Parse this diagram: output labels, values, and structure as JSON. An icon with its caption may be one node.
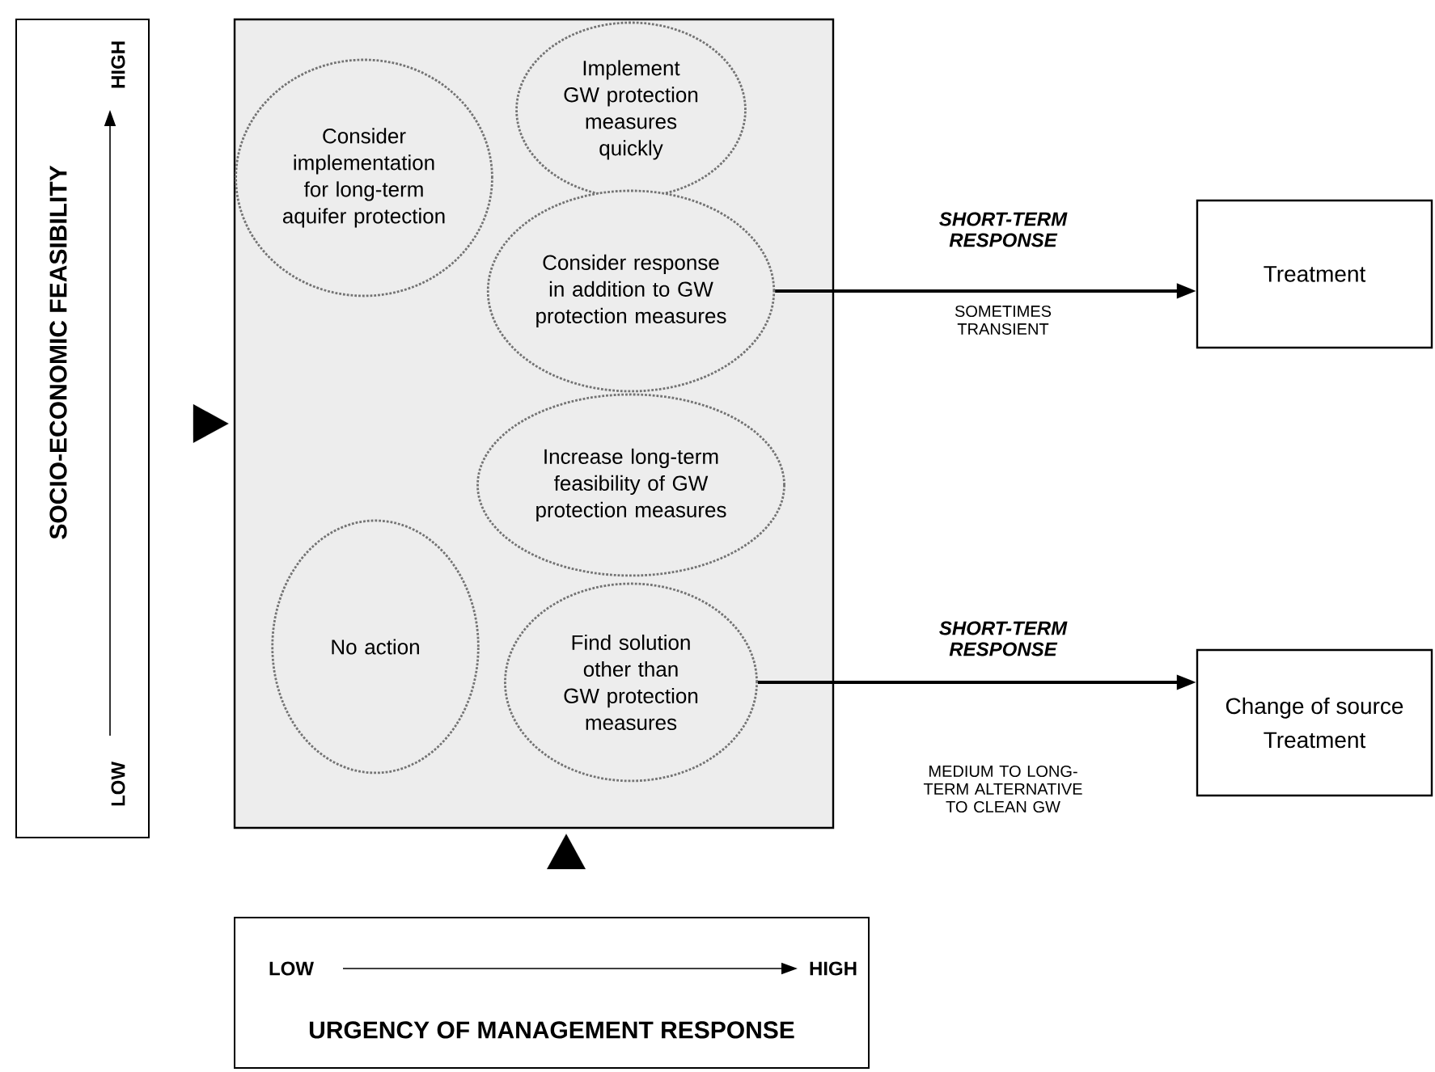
{
  "diagram": {
    "nodes": [
      {
        "text": [
          "HIGH",
          "LOW",
          "SOCIO-ECONOMIC FEASIBILITY"
        ]
      },
      {
        "text": [],
        "shape": "box"
      },
      {
        "text": [
          "Consider implementation for long-term aquifer protection"
        ],
        "in": 1
      },
      {
        "text": [
          "Implement GW protection measures quickly"
        ],
        "in": 1
      },
      {
        "text": [
          "Consider response in addition to GW protection measures"
        ],
        "in": 1
      },
      {
        "text": [
          "No action"
        ],
        "in": 1
      },
      {
        "text": [
          "Increase long-term feasibility of GW protection measures"
        ],
        "in": 1
      },
      {
        "text": [
          "Find solution other than GW protection measures"
        ],
        "in": 1
      },
      {
        "text": [
          "Treatment"
        ]
      },
      {
        "text": [
          "Change of source",
          "Treatment"
        ]
      },
      {
        "text": [
          "LOW",
          "HIGH",
          "URGENCY OF MANAGEMENT RESPONSE"
        ]
      }
    ],
    "edges": [
      {
        "from": 0,
        "to": 1,
        "arrow": "to"
      },
      {
        "from": 10,
        "to": 1,
        "arrow": "to"
      },
      {
        "from": 4,
        "to": 8,
        "arrow": "to",
        "label": "SHORT-TERM RESPONSE"
      },
      {
        "from": 7,
        "to": 9,
        "arrow": "to",
        "label": "SHORT-TERM RESPONSE"
      }
    ],
    "labels": [
      "SOMETIMES TRANSIENT",
      "MEDIUM TO LONG-TERM ALTERNATIVE TO CLEAN GW"
    ]
  }
}
